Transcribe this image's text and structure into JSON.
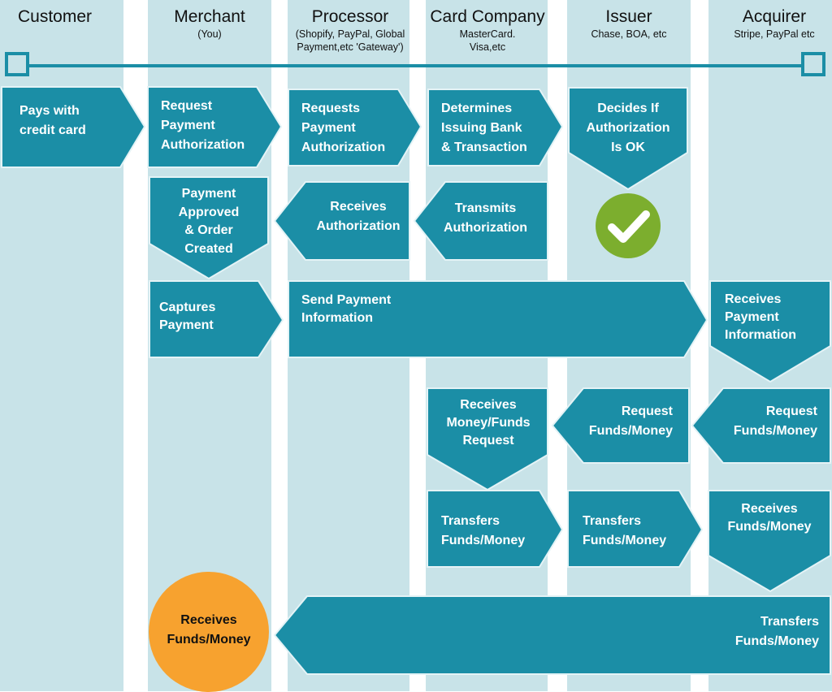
{
  "lanes": [
    {
      "name": "Customer",
      "sub": []
    },
    {
      "name": "Merchant",
      "sub": [
        "(You)"
      ]
    },
    {
      "name": "Processor",
      "sub": [
        "(Shopify, PayPal, Global",
        "Payment,etc 'Gateway')"
      ]
    },
    {
      "name": "Card Company",
      "sub": [
        "MasterCard.",
        "Visa,etc"
      ]
    },
    {
      "name": "Issuer",
      "sub": [
        "Chase, BOA, etc"
      ]
    },
    {
      "name": "Acquirer",
      "sub": [
        "Stripe, PayPal etc"
      ]
    }
  ],
  "steps": {
    "pays": [
      "Pays with",
      "credit card"
    ],
    "merchant_request": [
      "Request",
      "Payment",
      "Authorization"
    ],
    "processor_requests": [
      "Requests",
      "Payment",
      "Authorization"
    ],
    "determines": [
      "Determines",
      "Issuing Bank",
      "& Transaction"
    ],
    "decides": [
      "Decides If",
      "Authorization",
      "Is OK"
    ],
    "approved": [
      "Payment",
      "Approved",
      "& Order",
      "Created"
    ],
    "receives_auth": [
      "Receives",
      "Authorization"
    ],
    "transmits": [
      "Transmits",
      "Authorization"
    ],
    "captures": [
      "Captures",
      "Payment"
    ],
    "send_payment": [
      "Send Payment",
      "Information"
    ],
    "receives_payment_info": [
      "Receives",
      "Payment",
      "Information"
    ],
    "receives_money_request": [
      "Receives",
      "Money/Funds",
      "Request"
    ],
    "issuer_request_funds": [
      "Request",
      "Funds/Money"
    ],
    "acquirer_request_funds": [
      "Request",
      "Funds/Money"
    ],
    "card_transfers": [
      "Transfers",
      "Funds/Money"
    ],
    "issuer_transfers": [
      "Transfers",
      "Funds/Money"
    ],
    "acquirer_receives": [
      "Receives",
      "Funds/Money"
    ],
    "final_transfers": [
      "Transfers",
      "Funds/Money"
    ],
    "merchant_receives": [
      "Receives",
      "Funds/Money"
    ]
  },
  "colors": {
    "lane": "#c8e3e8",
    "shape": "#1b8ea6",
    "shape_border": "#e4f3f6",
    "final": "#f7a22f",
    "check": "#7cae2e"
  }
}
